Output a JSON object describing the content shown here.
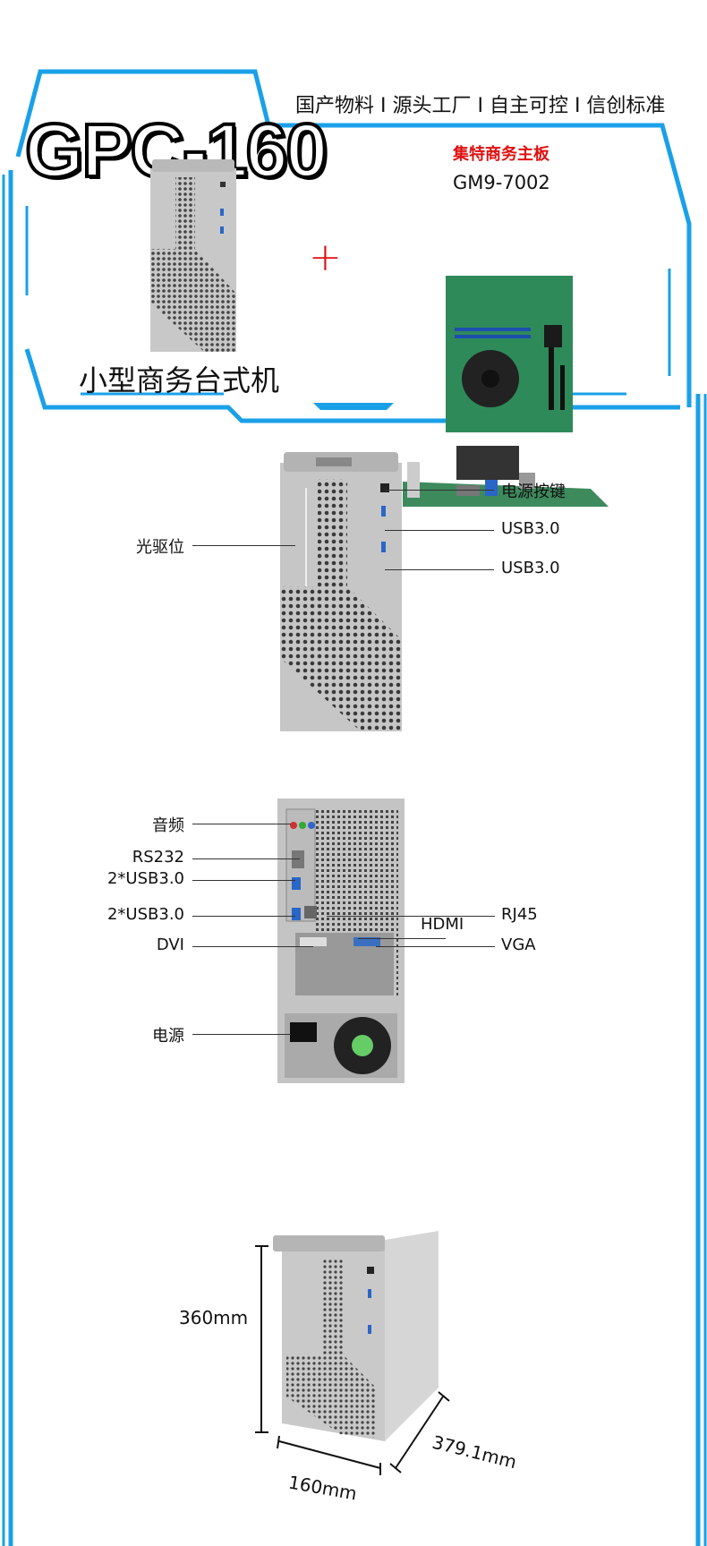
{
  "header": {
    "title": "GPC-160",
    "slogan": "国产物料 I 源头工厂 I 自主可控 I 信创标准"
  },
  "combo": {
    "motherboard_label": "集特商务主板",
    "motherboard_model": "GM9-7002",
    "plus": "+",
    "product_name": "小型商务台式机"
  },
  "front_view": {
    "labels": {
      "optical_bay": "光驱位",
      "power_button": "电源按键",
      "usb_top": "USB3.0",
      "usb_bottom": "USB3.0"
    }
  },
  "rear_view": {
    "labels": {
      "audio": "音频",
      "rs232": "RS232",
      "usb_a": "2*USB3.0",
      "usb_b": "2*USB3.0",
      "dvi": "DVI",
      "power": "电源",
      "hdmi": "HDMI",
      "rj45": "RJ45",
      "vga": "VGA"
    }
  },
  "dimensions": {
    "height": "360mm",
    "width": "160mm",
    "depth": "379.1mm"
  },
  "colors": {
    "frame": "#1aa0e8",
    "accent": "#e01010",
    "chassis": "#c9c9c9"
  }
}
